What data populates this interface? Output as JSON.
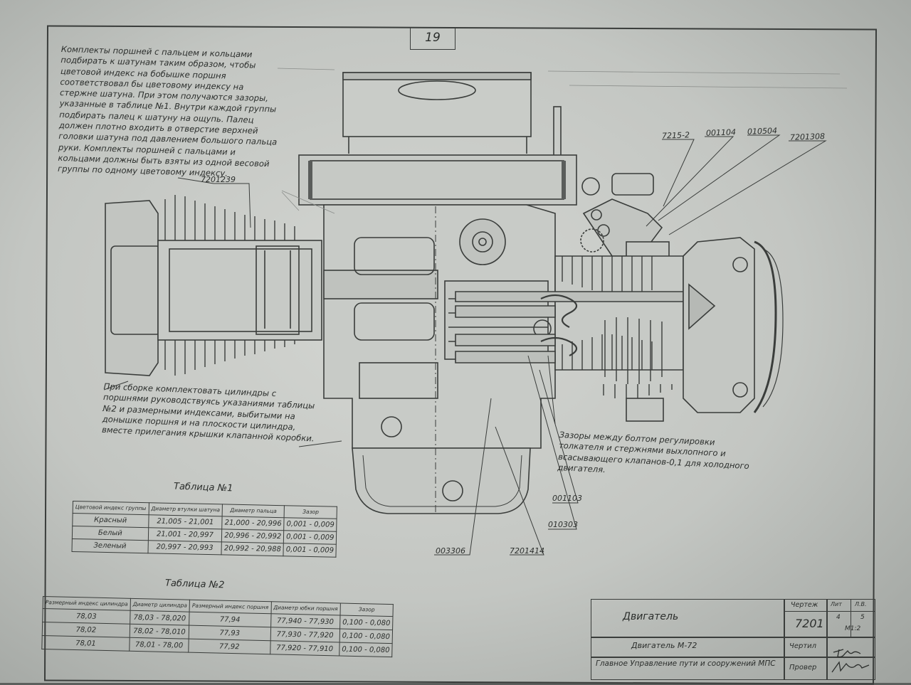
{
  "sheet_number": "19",
  "notes": {
    "piston_note": "Комплекты поршней с пальцем и кольцами подбирать к шатунам таким образом, чтобы цветовой индекс на бобышке поршня соответствовал бы цветовому индексу на стержне шатуна. При этом получаются зазоры, указанные в таблице №1. Внутри каждой группы подбирать палец к шатуну на ощупь. Палец должен плотно входить в отверстие верхней головки шатуна под давлением большого пальца руки. Комплекты поршней с пальцами и кольцами должны быть взяты из одной весовой группы по одному цветовому индексу.",
    "cylinder_note": "При сборке комплектовать цилиндры с поршнями руководствуясь указаниями таблицы №2 и размерными индексами, выбитыми на донышке поршня и на плоскости цилиндра, вместе прилегания крышки клапанной коробки.",
    "valve_note": "Зазоры между болтом регулировки толкателя и стержнями выхлопного и всасывающего клапанов-0,1 для холодного двигателя."
  },
  "callouts": {
    "c7201239": "7201239",
    "c7215_2": "7215-2",
    "c001104": "001104",
    "c010504": "010504",
    "c7201308": "7201308",
    "c001103": "001103",
    "c010303": "010303",
    "c003306": "003306",
    "c7201414": "7201414"
  },
  "table1": {
    "title": "Таблица №1",
    "headers": [
      "Цветовой индекс группы",
      "Диаметр втулки шатуна",
      "Диаметр пальца",
      "Зазор"
    ],
    "rows": [
      [
        "Красный",
        "21,005 - 21,001",
        "21,000 - 20,996",
        "0,001 - 0,009"
      ],
      [
        "Белый",
        "21,001 - 20,997",
        "20,996 - 20,992",
        "0,001 - 0,009"
      ],
      [
        "Зеленый",
        "20,997 - 20,993",
        "20,992 - 20,988",
        "0,001 - 0,009"
      ]
    ]
  },
  "table2": {
    "title": "Таблица №2",
    "headers": [
      "Размерный индекс цилиндра",
      "Диаметр цилиндра",
      "Размерный индекс поршня",
      "Диаметр юбки поршня",
      "Зазор"
    ],
    "rows": [
      [
        "78,03",
        "78,03 - 78,020",
        "77,94",
        "77,940 - 77,930",
        "0,100 - 0,080"
      ],
      [
        "78,02",
        "78,02 - 78,010",
        "77,93",
        "77,930 - 77,920",
        "0,100 - 0,080"
      ],
      [
        "78,01",
        "78,01 - 78,00",
        "77,92",
        "77,920 - 77,910",
        "0,100 - 0,080"
      ]
    ]
  },
  "titleblock": {
    "title": "Двигатель",
    "subtitle": "Двигатель М-72",
    "org": "Главное Управление пути и сооружений МПС",
    "label_drawing": "Чертеж",
    "code": "7201",
    "label_lit": "Лит",
    "label_sheets": "Л.В.",
    "lit_value": "4",
    "sheets_value": "5",
    "scale": "М1:2",
    "label_drew": "Чертил",
    "label_checked": "Провер"
  }
}
